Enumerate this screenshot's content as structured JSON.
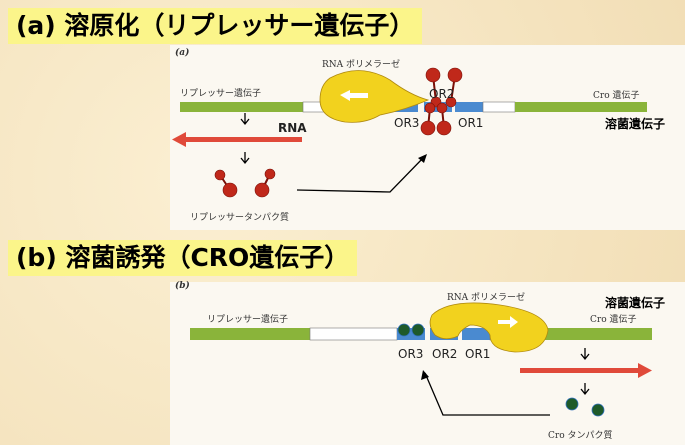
{
  "panel_a": {
    "title": "(a) 溶原化（リプレッサー遺伝子）",
    "tag": "(a)",
    "polymerase": "RNA ポリメラーゼ",
    "repressor_gene": "リプレッサー遺伝子",
    "cro_gene": "Cro 遺伝子",
    "rna": "RNA",
    "or2": "OR2",
    "or3": "OR3",
    "or1": "OR1",
    "lysis_gene": "溶菌遺伝子",
    "protein": "リプレッサータンパク質"
  },
  "panel_b": {
    "title": "(b) 溶菌誘発（CRO遺伝子）",
    "tag": "(b)",
    "polymerase": "RNA ポリメラーゼ",
    "repressor_gene": "リプレッサー遺伝子",
    "cro_gene": "Cro 遺伝子",
    "or3": "OR3",
    "or2": "OR2",
    "or1": "OR1",
    "lysis_gene": "溶菌遺伝子",
    "protein": "Cro タンパク質"
  },
  "colors": {
    "dna_green": "#8ab43a",
    "operator_blue": "#4a8ad0",
    "rna_red": "#e04a3a",
    "polymerase_yellow": "#f2d21e",
    "repressor": "#c0281a",
    "cro": "#1e5a2a",
    "title_highlight": "#fbf58a"
  }
}
